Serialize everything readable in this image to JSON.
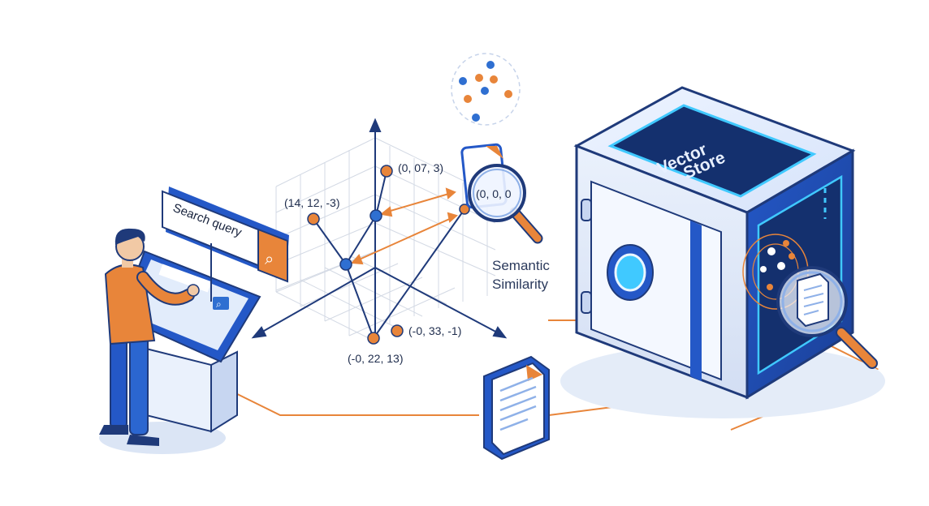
{
  "search_box": {
    "label": "Search query"
  },
  "kiosk": {
    "screen_icon": "search-icon"
  },
  "vector_store": {
    "label_line1": "Vector",
    "label_line2": "Store"
  },
  "semantic_label": {
    "line1": "Semantic",
    "line2": "Similarity"
  },
  "coordinates": {
    "top": "(0, 07, 3)",
    "left": "(14, 12, -3)",
    "magnified": "(0, 0, 0",
    "right_bottom": "(-0, 33, -1)",
    "bottom": "(-0, 22, 13)"
  },
  "colors": {
    "navy": "#1f3a7a",
    "blue": "#2f6fd1",
    "orange": "#e8853a",
    "cyan": "#40c9ff",
    "grid": "#cfd6e3"
  }
}
